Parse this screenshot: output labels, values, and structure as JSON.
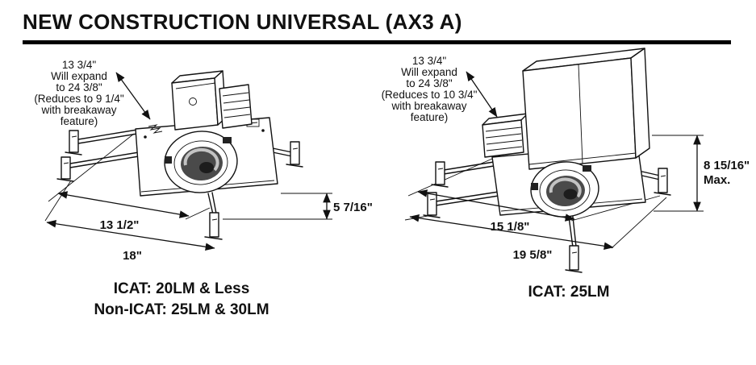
{
  "colors": {
    "ink": "#111111",
    "paper": "#ffffff"
  },
  "title": "NEW CONSTRUCTION UNIVERSAL (AX3 A)",
  "figures": [
    {
      "name": "new-construction-icat-20lm",
      "annotation": [
        "13 3/4\"",
        "Will expand",
        "to 24 3/8\"",
        "(Reduces to 9 1/4\"",
        "with breakaway",
        "feature)"
      ],
      "height_dim": "5 7/16\"",
      "inner_width_dim": "13 1/2\"",
      "outer_width_dim": "18\"",
      "caption": [
        "ICAT: 20LM & Less",
        "Non-ICAT: 25LM & 30LM"
      ]
    },
    {
      "name": "new-construction-icat-25lm",
      "annotation": [
        "13 3/4\"",
        "Will expand",
        "to 24 3/8\"",
        "(Reduces to 10 3/4\"",
        "with breakaway",
        "feature)"
      ],
      "height_dim": "8 15/16\"",
      "height_dim_note": "Max.",
      "inner_width_dim": "15 1/8\"",
      "outer_width_dim": "19 5/8\"",
      "caption": [
        "ICAT: 25LM"
      ]
    }
  ]
}
